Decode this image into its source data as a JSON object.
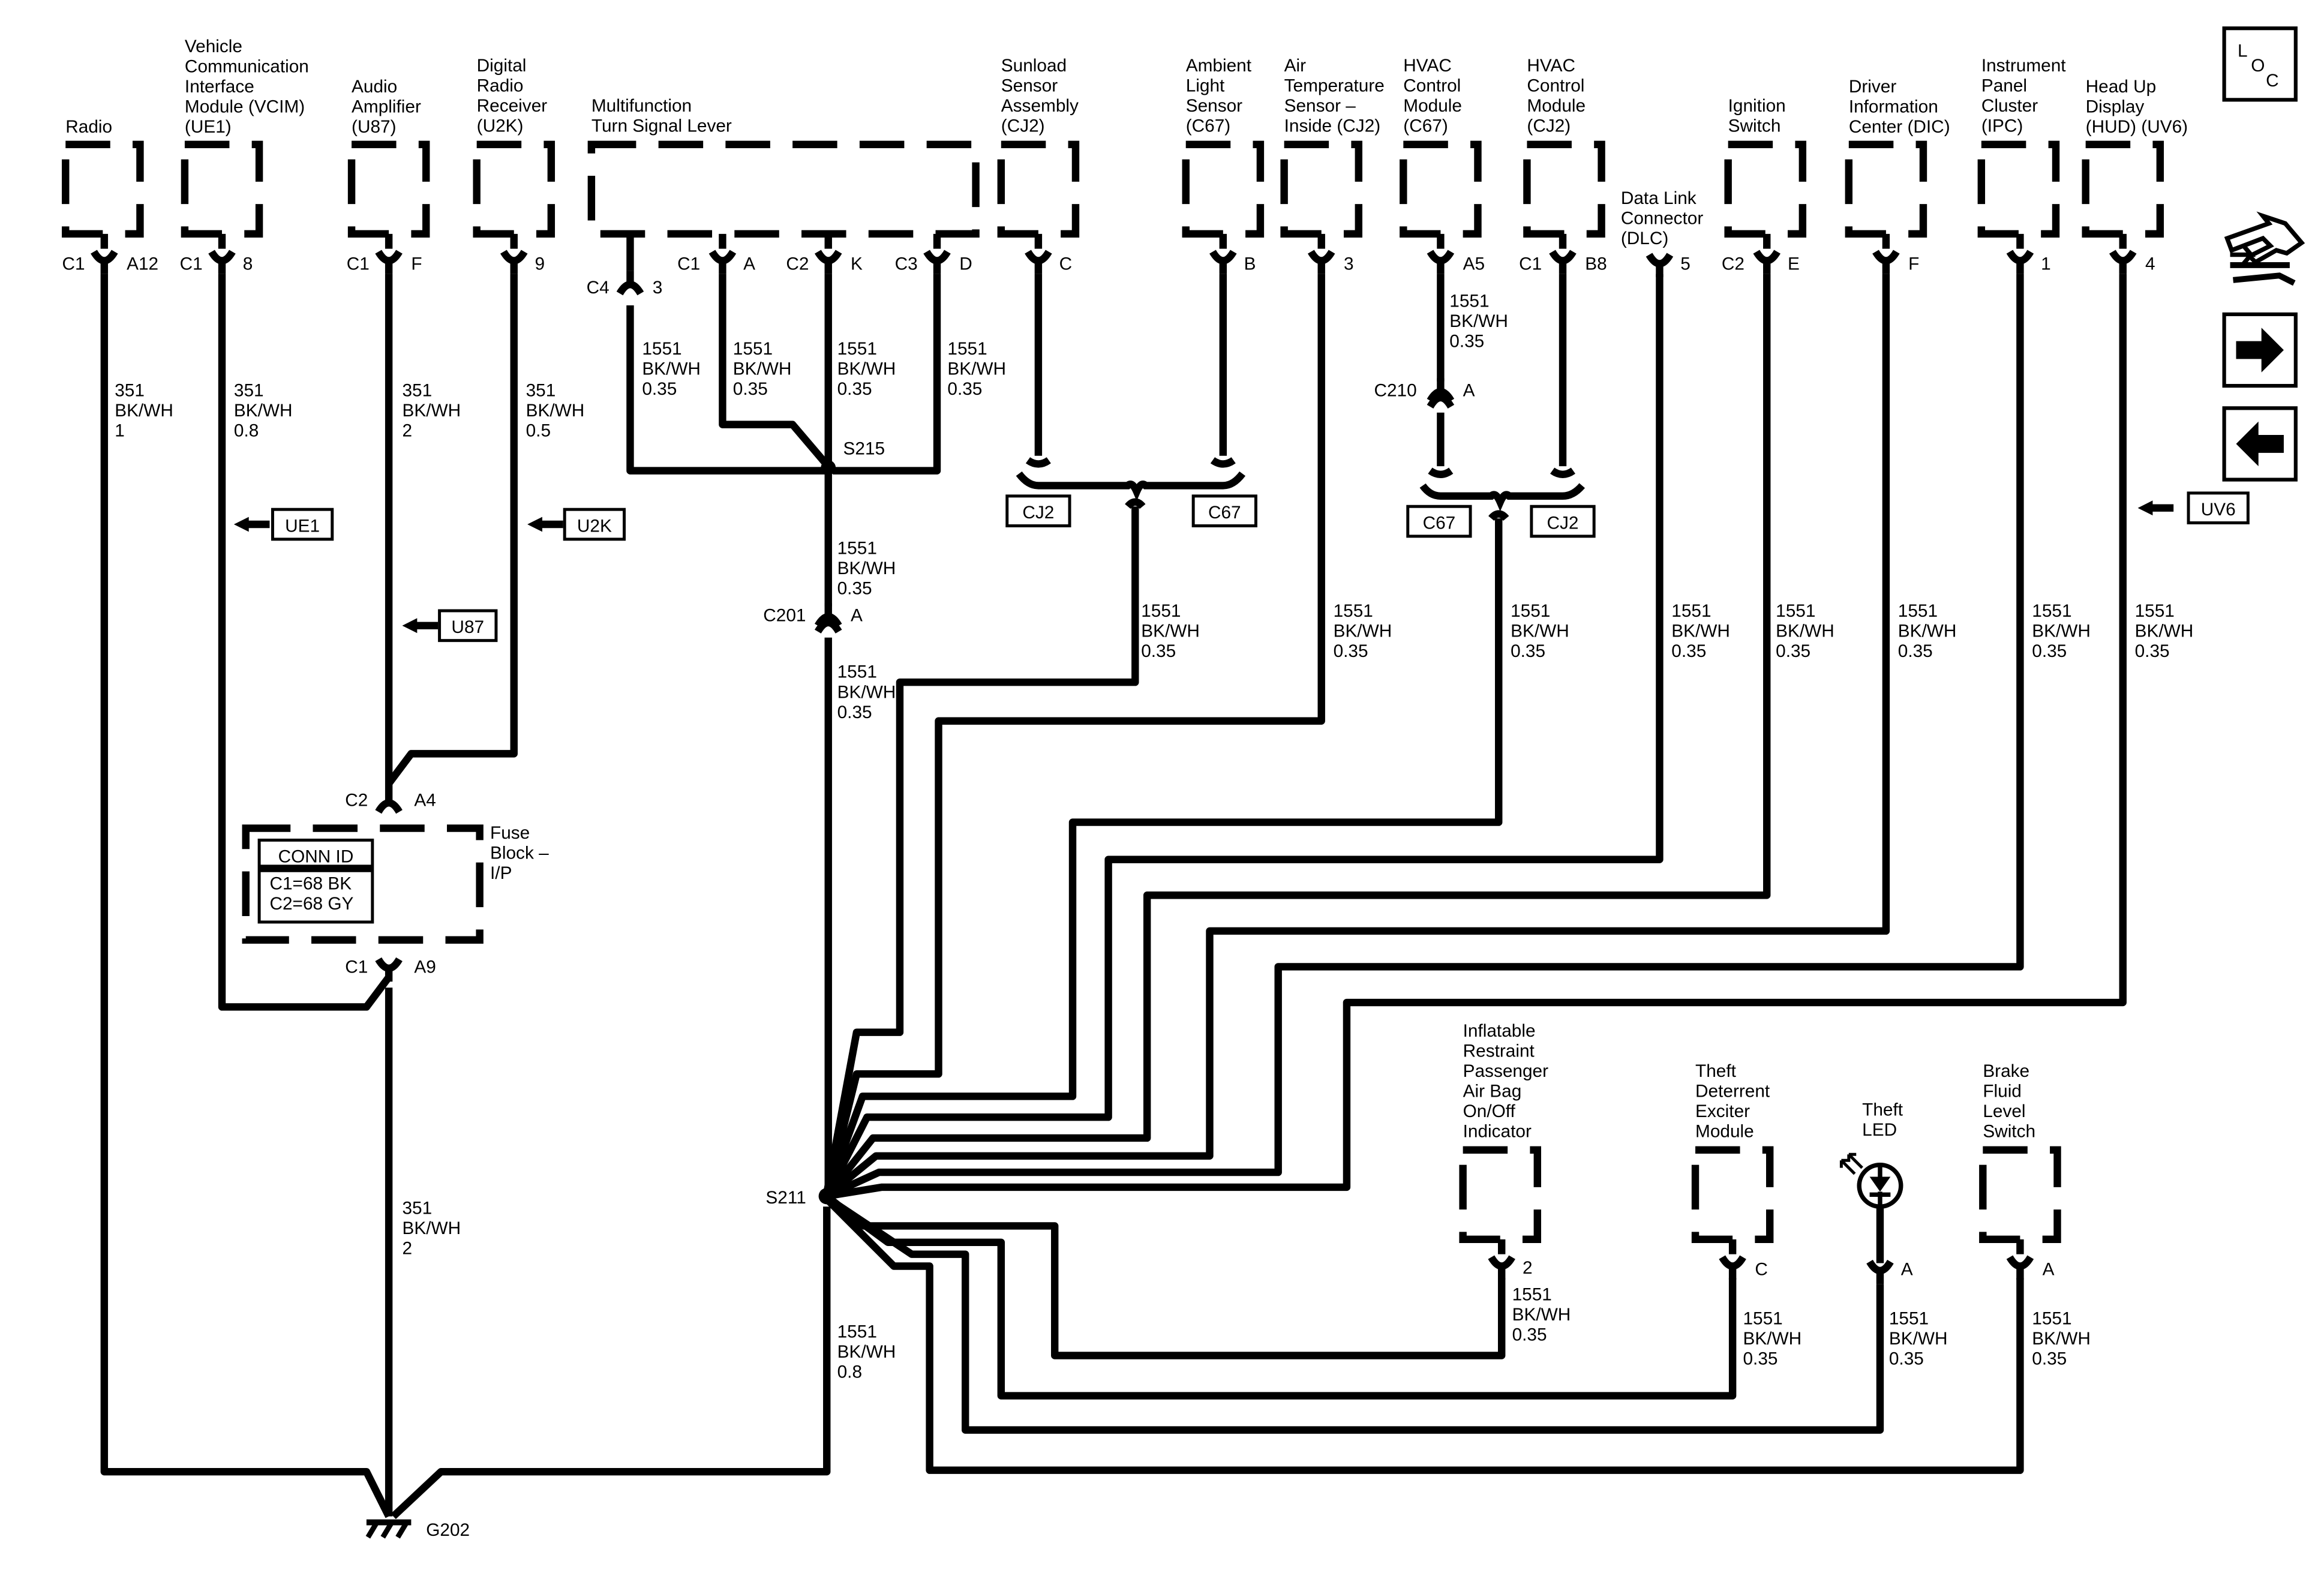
{
  "icons": {
    "loc_l": "L",
    "loc_o": "O",
    "loc_c": "C"
  },
  "components": [
    {
      "id": "radio",
      "label": "Radio"
    },
    {
      "id": "vcim",
      "label": "Vehicle\nCommunication\nInterface\nModule (VCIM)\n(UE1)"
    },
    {
      "id": "audio-amp",
      "label": "Audio\nAmplifier\n(U87)"
    },
    {
      "id": "drr",
      "label": "Digital\nRadio\nReceiver\n(U2K)"
    },
    {
      "id": "mtsl",
      "label": "Multifunction\nTurn Signal Lever"
    },
    {
      "id": "sunload",
      "label": "Sunload\nSensor\nAssembly\n(CJ2)"
    },
    {
      "id": "ambient",
      "label": "Ambient\nLight\nSensor\n(C67)"
    },
    {
      "id": "air-temp",
      "label": "Air\nTemperature\nSensor –\nInside (CJ2)"
    },
    {
      "id": "hvac-c67",
      "label": "HVAC\nControl\nModule\n(C67)"
    },
    {
      "id": "hvac-cj2",
      "label": "HVAC\nControl\nModule\n(CJ2)"
    },
    {
      "id": "dlc",
      "label": "Data Link\nConnector\n(DLC)"
    },
    {
      "id": "ignition",
      "label": "Ignition\nSwitch"
    },
    {
      "id": "dic",
      "label": "Driver\nInformation\nCenter (DIC)"
    },
    {
      "id": "ipc",
      "label": "Instrument\nPanel\nCluster\n(IPC)"
    },
    {
      "id": "hud",
      "label": "Head Up\nDisplay\n(HUD) (UV6)"
    },
    {
      "id": "airbag-ind",
      "label": "Inflatable\nRestraint\nPassenger\nAir Bag\nOn/Off\nIndicator"
    },
    {
      "id": "theft-exciter",
      "label": "Theft\nDeterrent\nExciter\nModule"
    },
    {
      "id": "theft-led",
      "label": "Theft\nLED"
    },
    {
      "id": "brake-fluid",
      "label": "Brake\nFluid\nLevel\nSwitch"
    },
    {
      "id": "fuse-block",
      "label": "Fuse\nBlock –\nI/P"
    }
  ],
  "connectors": [
    {
      "id": "radio",
      "conn": "C1",
      "pin": "A12"
    },
    {
      "id": "vcim",
      "conn": "C1",
      "pin": "8"
    },
    {
      "id": "audio-amp",
      "conn": "C1",
      "pin": "F"
    },
    {
      "id": "drr",
      "conn": "",
      "pin": "9"
    },
    {
      "id": "mtsl-c4",
      "conn": "C4",
      "pin": "3"
    },
    {
      "id": "mtsl-c1",
      "conn": "C1",
      "pin": "A"
    },
    {
      "id": "mtsl-c2",
      "conn": "C2",
      "pin": "K"
    },
    {
      "id": "mtsl-c3",
      "conn": "C3",
      "pin": "D"
    },
    {
      "id": "sunload",
      "conn": "",
      "pin": "C"
    },
    {
      "id": "ambient",
      "conn": "",
      "pin": "B"
    },
    {
      "id": "air-temp",
      "conn": "",
      "pin": "3"
    },
    {
      "id": "hvac-c67",
      "conn": "",
      "pin": "A5"
    },
    {
      "id": "hvac-cj2",
      "conn": "C1",
      "pin": "B8"
    },
    {
      "id": "dlc",
      "conn": "",
      "pin": "5"
    },
    {
      "id": "ignition",
      "conn": "C2",
      "pin": "E"
    },
    {
      "id": "dic",
      "conn": "",
      "pin": "F"
    },
    {
      "id": "ipc",
      "conn": "",
      "pin": "1"
    },
    {
      "id": "hud",
      "conn": "",
      "pin": "4"
    },
    {
      "id": "c210",
      "conn": "C210",
      "pin": "A"
    },
    {
      "id": "c201",
      "conn": "C201",
      "pin": "A"
    },
    {
      "id": "fuse-c2",
      "conn": "C2",
      "pin": "A4"
    },
    {
      "id": "fuse-c1",
      "conn": "C1",
      "pin": "A9"
    },
    {
      "id": "airbag-ind",
      "conn": "",
      "pin": "2"
    },
    {
      "id": "theft-exciter",
      "conn": "",
      "pin": "C"
    },
    {
      "id": "theft-led",
      "conn": "",
      "pin": "A"
    },
    {
      "id": "brake-fluid",
      "conn": "",
      "pin": "A"
    }
  ],
  "wires": [
    {
      "id": "radio",
      "circuit": "351",
      "color": "BK/WH",
      "size": "1"
    },
    {
      "id": "vcim",
      "circuit": "351",
      "color": "BK/WH",
      "size": "0.8"
    },
    {
      "id": "audio-amp",
      "circuit": "351",
      "color": "BK/WH",
      "size": "2"
    },
    {
      "id": "drr",
      "circuit": "351",
      "color": "BK/WH",
      "size": "0.5"
    },
    {
      "id": "mtsl-c4",
      "circuit": "1551",
      "color": "BK/WH",
      "size": "0.35"
    },
    {
      "id": "mtsl-c1",
      "circuit": "1551",
      "color": "BK/WH",
      "size": "0.35"
    },
    {
      "id": "mtsl-c2",
      "circuit": "1551",
      "color": "BK/WH",
      "size": "0.35"
    },
    {
      "id": "mtsl-c3",
      "circuit": "1551",
      "color": "BK/WH",
      "size": "0.35"
    },
    {
      "id": "s215-c201",
      "circuit": "1551",
      "color": "BK/WH",
      "size": "0.35"
    },
    {
      "id": "c201-s211",
      "circuit": "1551",
      "color": "BK/WH",
      "size": "0.35"
    },
    {
      "id": "hvac-c67-a5",
      "circuit": "1551",
      "color": "BK/WH",
      "size": "0.35"
    },
    {
      "id": "sunload-amb",
      "circuit": "1551",
      "color": "BK/WH",
      "size": "0.35"
    },
    {
      "id": "air-temp",
      "circuit": "1551",
      "color": "BK/WH",
      "size": "0.35"
    },
    {
      "id": "hvac-opt",
      "circuit": "1551",
      "color": "BK/WH",
      "size": "0.35"
    },
    {
      "id": "dlc",
      "circuit": "1551",
      "color": "BK/WH",
      "size": "0.35"
    },
    {
      "id": "ignition",
      "circuit": "1551",
      "color": "BK/WH",
      "size": "0.35"
    },
    {
      "id": "dic",
      "circuit": "1551",
      "color": "BK/WH",
      "size": "0.35"
    },
    {
      "id": "ipc",
      "circuit": "1551",
      "color": "BK/WH",
      "size": "0.35"
    },
    {
      "id": "hud",
      "circuit": "1551",
      "color": "BK/WH",
      "size": "0.35"
    },
    {
      "id": "fuse-g202",
      "circuit": "351",
      "color": "BK/WH",
      "size": "2"
    },
    {
      "id": "s211-g202",
      "circuit": "1551",
      "color": "BK/WH",
      "size": "0.8"
    },
    {
      "id": "airbag-ind",
      "circuit": "1551",
      "color": "BK/WH",
      "size": "0.35"
    },
    {
      "id": "theft-exciter",
      "circuit": "1551",
      "color": "BK/WH",
      "size": "0.35"
    },
    {
      "id": "theft-led",
      "circuit": "1551",
      "color": "BK/WH",
      "size": "0.35"
    },
    {
      "id": "brake-fluid",
      "circuit": "1551",
      "color": "BK/WH",
      "size": "0.35"
    }
  ],
  "splices": [
    "S215",
    "S211"
  ],
  "ground": "G202",
  "option_tags": [
    "UE1",
    "U2K",
    "U87",
    "UV6",
    "CJ2",
    "C67",
    "C67",
    "CJ2"
  ],
  "conn_id": {
    "title": "CONN ID",
    "line1": "C1=68 BK",
    "line2": "C2=68 GY"
  }
}
